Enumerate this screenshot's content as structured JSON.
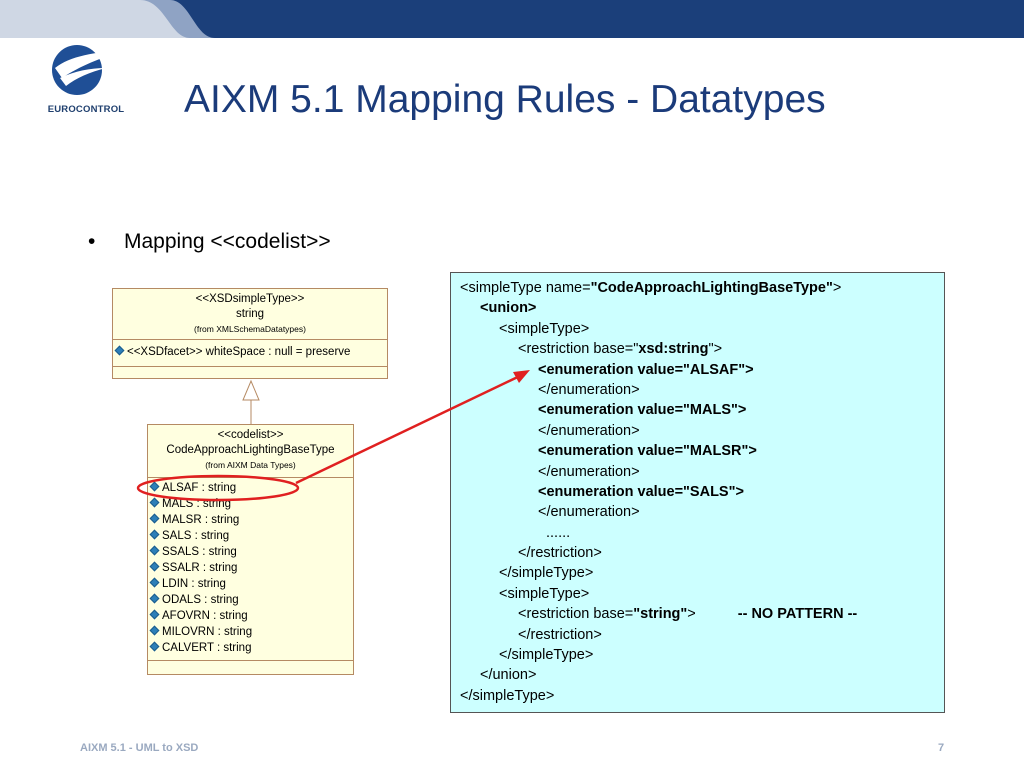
{
  "header": {
    "logo_text": "EUROCONTROL",
    "title": "AIXM 5.1 Mapping Rules - Datatypes"
  },
  "bullet": {
    "symbol": "•",
    "text": "Mapping <<codelist>>"
  },
  "uml_xsd": {
    "stereotype": "<<XSDsimpleType>>",
    "name": "string",
    "from": "(from XMLSchemaDatatypes)",
    "attribute": "<<XSDfacet>> whiteSpace : null = preserve"
  },
  "uml_codelist": {
    "stereotype": "<<codelist>>",
    "name": "CodeApproachLightingBaseType",
    "from": "(from AIXM Data Types)",
    "attributes": [
      "ALSAF : string",
      "MALS : string",
      "MALSR : string",
      "SALS : string",
      "SSALS : string",
      "SSALR : string",
      "LDIN : string",
      "ODALS : string",
      "AFOVRN : string",
      "MILOVRN : string",
      "CALVERT : string"
    ]
  },
  "code": {
    "l1a": "<simpleType name=",
    "l1b": "\"CodeApproachLightingBaseType\"",
    "l1c": ">",
    "l2": "<union>",
    "l3": "<simpleType>",
    "l4a": "<restriction base=\"",
    "l4b": "xsd:string",
    "l4c": "\">",
    "l5": "<enumeration value=\"ALSAF\">",
    "l6": "</enumeration>",
    "l7": "<enumeration value=\"MALS\">",
    "l8": "</enumeration>",
    "l9": "<enumeration value=\"MALSR\">",
    "l10": "</enumeration>",
    "l11": "<enumeration value=\"SALS\">",
    "l12": "</enumeration>",
    "l13": "......",
    "l14": "</restriction>",
    "l15": "</simpleType>",
    "l16": "<simpleType>",
    "l17a": "<restriction base=",
    "l17b": "\"string\"",
    "l17c": ">",
    "l17d": "-- NO PATTERN --",
    "l18": "</restriction>",
    "l19": "</simpleType>",
    "l20": "</union>",
    "l21": "</simpleType>"
  },
  "footer": {
    "left": "AIXM 5.1 - UML to XSD",
    "page": "7"
  },
  "colors": {
    "banner": "#1b3f7a",
    "title": "#1b3b7a",
    "uml_fill": "#ffffe0",
    "code_fill": "#ccffff",
    "highlight": "#e02020"
  }
}
